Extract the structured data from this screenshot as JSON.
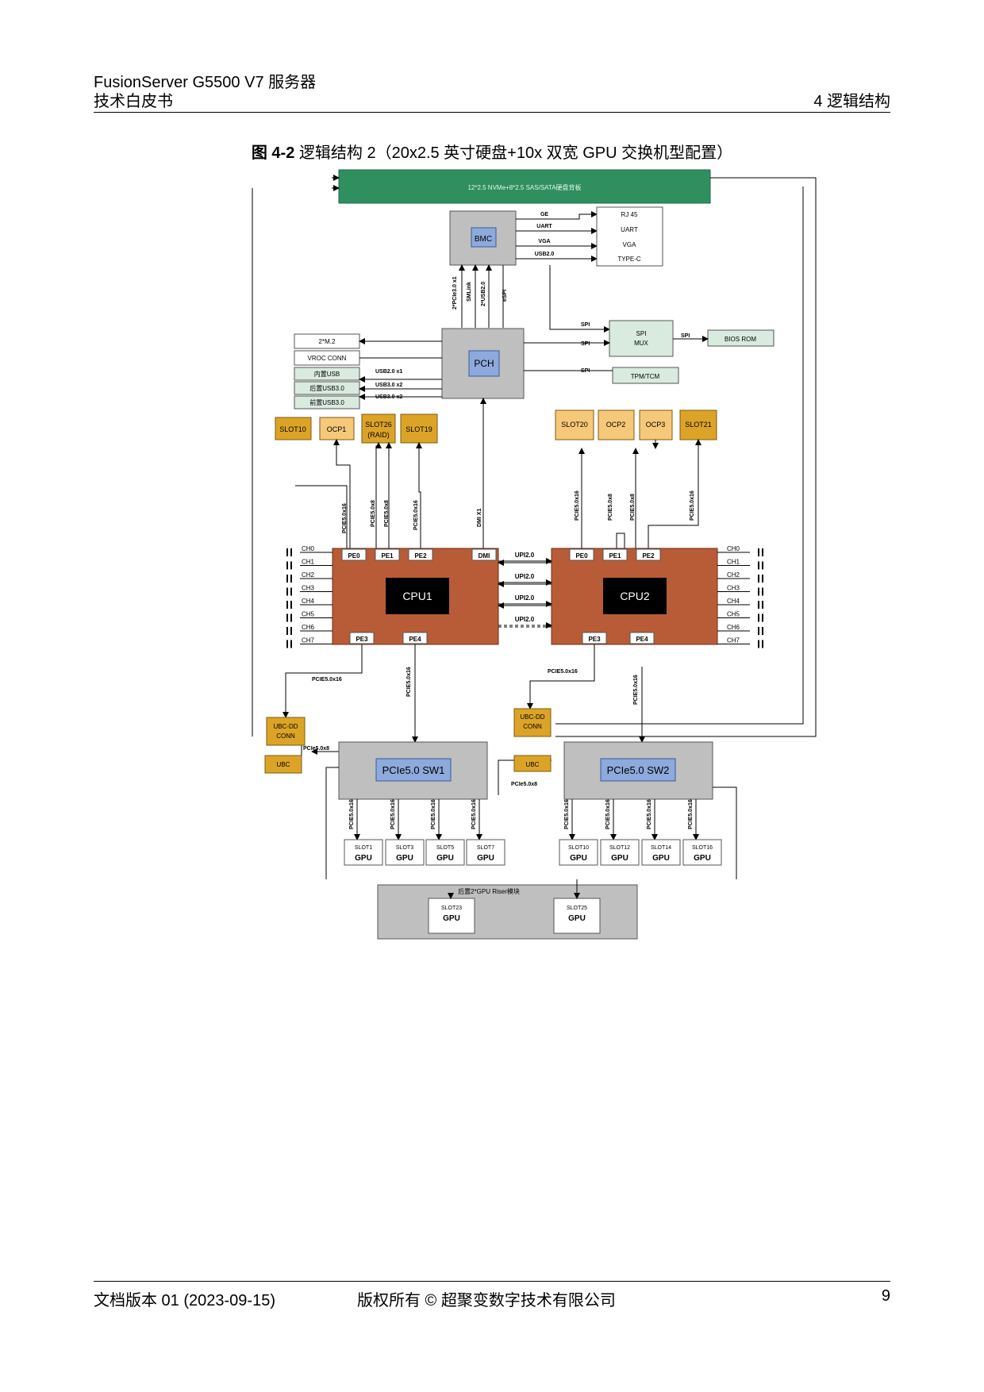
{
  "header": {
    "product": "FusionServer G5500 V7 服务器",
    "doc_type": "技术白皮书",
    "chapter": "4 逻辑结构"
  },
  "caption": {
    "number": "图 4-2",
    "title": "逻辑结构 2（20x2.5 英寸硬盘+10x 双宽 GPU 交换机型配置）"
  },
  "diagram": {
    "backplane": "12*2.5 NVMe+8*2.5 SAS/SATA硬盘背板",
    "bmc": "BMC",
    "bmc_signals": [
      "GE",
      "UART",
      "VGA",
      "USB2.0"
    ],
    "io_ports": [
      "RJ 45",
      "UART",
      "VGA",
      "TYPE-C"
    ],
    "pch_uplinks": [
      "2*PCIe3.0 x1",
      "SMLink",
      "2*USB2.0",
      "eSPI"
    ],
    "pch": "PCH",
    "spi_mux": "SPI\nMUX",
    "spi_labels": [
      "SPI",
      "SPI",
      "SPI",
      "SPI"
    ],
    "bios_rom": "BIOS ROM",
    "tpm": "TPM/TCM",
    "pch_left": [
      "2*M.2",
      "VROC CONN",
      "内置USB",
      "后置USB3.0",
      "前置USB3.0"
    ],
    "usb_labels": [
      "USB2.0 x1",
      "USB3.0 x2",
      "USB3.0 x2"
    ],
    "slots_left": [
      "SLOT10",
      "OCP1",
      "SLOT26",
      "(RAID)",
      "SLOT19"
    ],
    "slots_right": [
      "SLOT20",
      "OCP2",
      "OCP3",
      "SLOT21"
    ],
    "cpu1_links": [
      "PCIE5.0x16",
      "PCIE5.0x8",
      "PCIE5.0x8",
      "PCIE5.0x16",
      "DMI X1"
    ],
    "cpu2_links": [
      "PCIE5.0x16",
      "PCIE5.0x8",
      "PCIE5.0x8",
      "PCIE5.0x16"
    ],
    "cpu1": "CPU1",
    "cpu2": "CPU2",
    "cpu1_ports_top": [
      "PE0",
      "PE1",
      "PE2",
      "DMI"
    ],
    "cpu2_ports_top": [
      "PE0",
      "PE1",
      "PE2"
    ],
    "cpu_ports_bottom": [
      "PE3",
      "PE4"
    ],
    "channels": [
      "CH0",
      "CH1",
      "CH2",
      "CH3",
      "CH4",
      "CH5",
      "CH6",
      "CH7"
    ],
    "upi": [
      "UPI2.0",
      "UPI2.0",
      "UPI2.0",
      "UPI2.0"
    ],
    "lower_links": [
      "PCIE5.0x16",
      "PCIE5.0x16",
      "PCIE5.0x16",
      "PCIE5.0x16"
    ],
    "ubc_dd": "UBC-DD\nCONN",
    "ubc": "UBC",
    "pcie_x8": [
      "PCIe5.0x8",
      "PCIe5.0x8"
    ],
    "sw1": "PCIe5.0 SW1",
    "sw2": "PCIe5.0 SW2",
    "gpu_link": "PCIE5.0x16",
    "gpu_slots": [
      "SLOT1",
      "SLOT3",
      "SLOT5",
      "SLOT7",
      "SLOT10",
      "SLOT12",
      "SLOT14",
      "SLOT16"
    ],
    "gpu": "GPU",
    "riser": "后置2*GPU Riser模块",
    "riser_slots": [
      "SLOT23",
      "SLOT25"
    ]
  },
  "footer": {
    "version": "文档版本 01 (2023-09-15)",
    "copyright": "版权所有 © 超聚变数字技术有限公司",
    "page": "9"
  }
}
